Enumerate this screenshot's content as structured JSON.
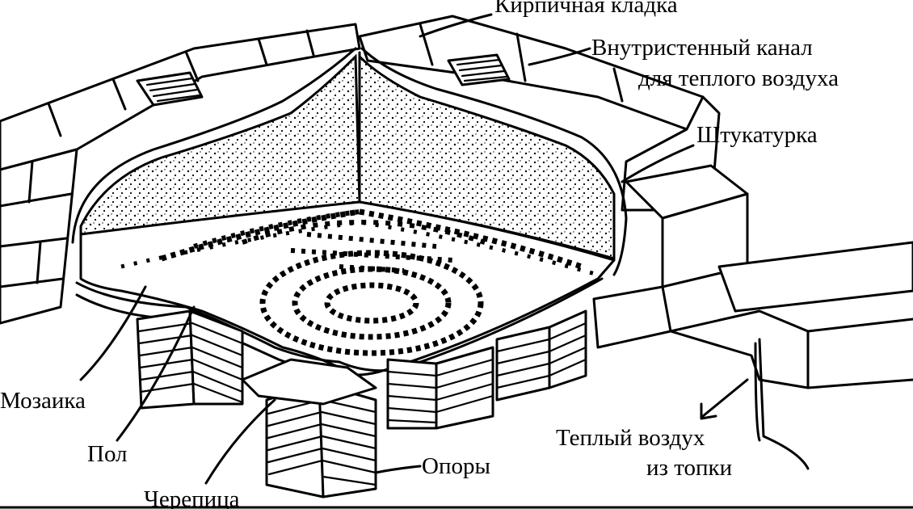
{
  "labels": {
    "brickwork": "Кирпичная кладка",
    "channel_line1": "Внутристенный канал",
    "channel_line2": "для теплого воздуха",
    "plaster": "Штукатурка",
    "mosaic": "Мозаика",
    "floor": "Пол",
    "tiles": "Черепица",
    "supports": "Опоры",
    "warm_air_line1": "Теплый воздух",
    "warm_air_line2": "из топки"
  }
}
